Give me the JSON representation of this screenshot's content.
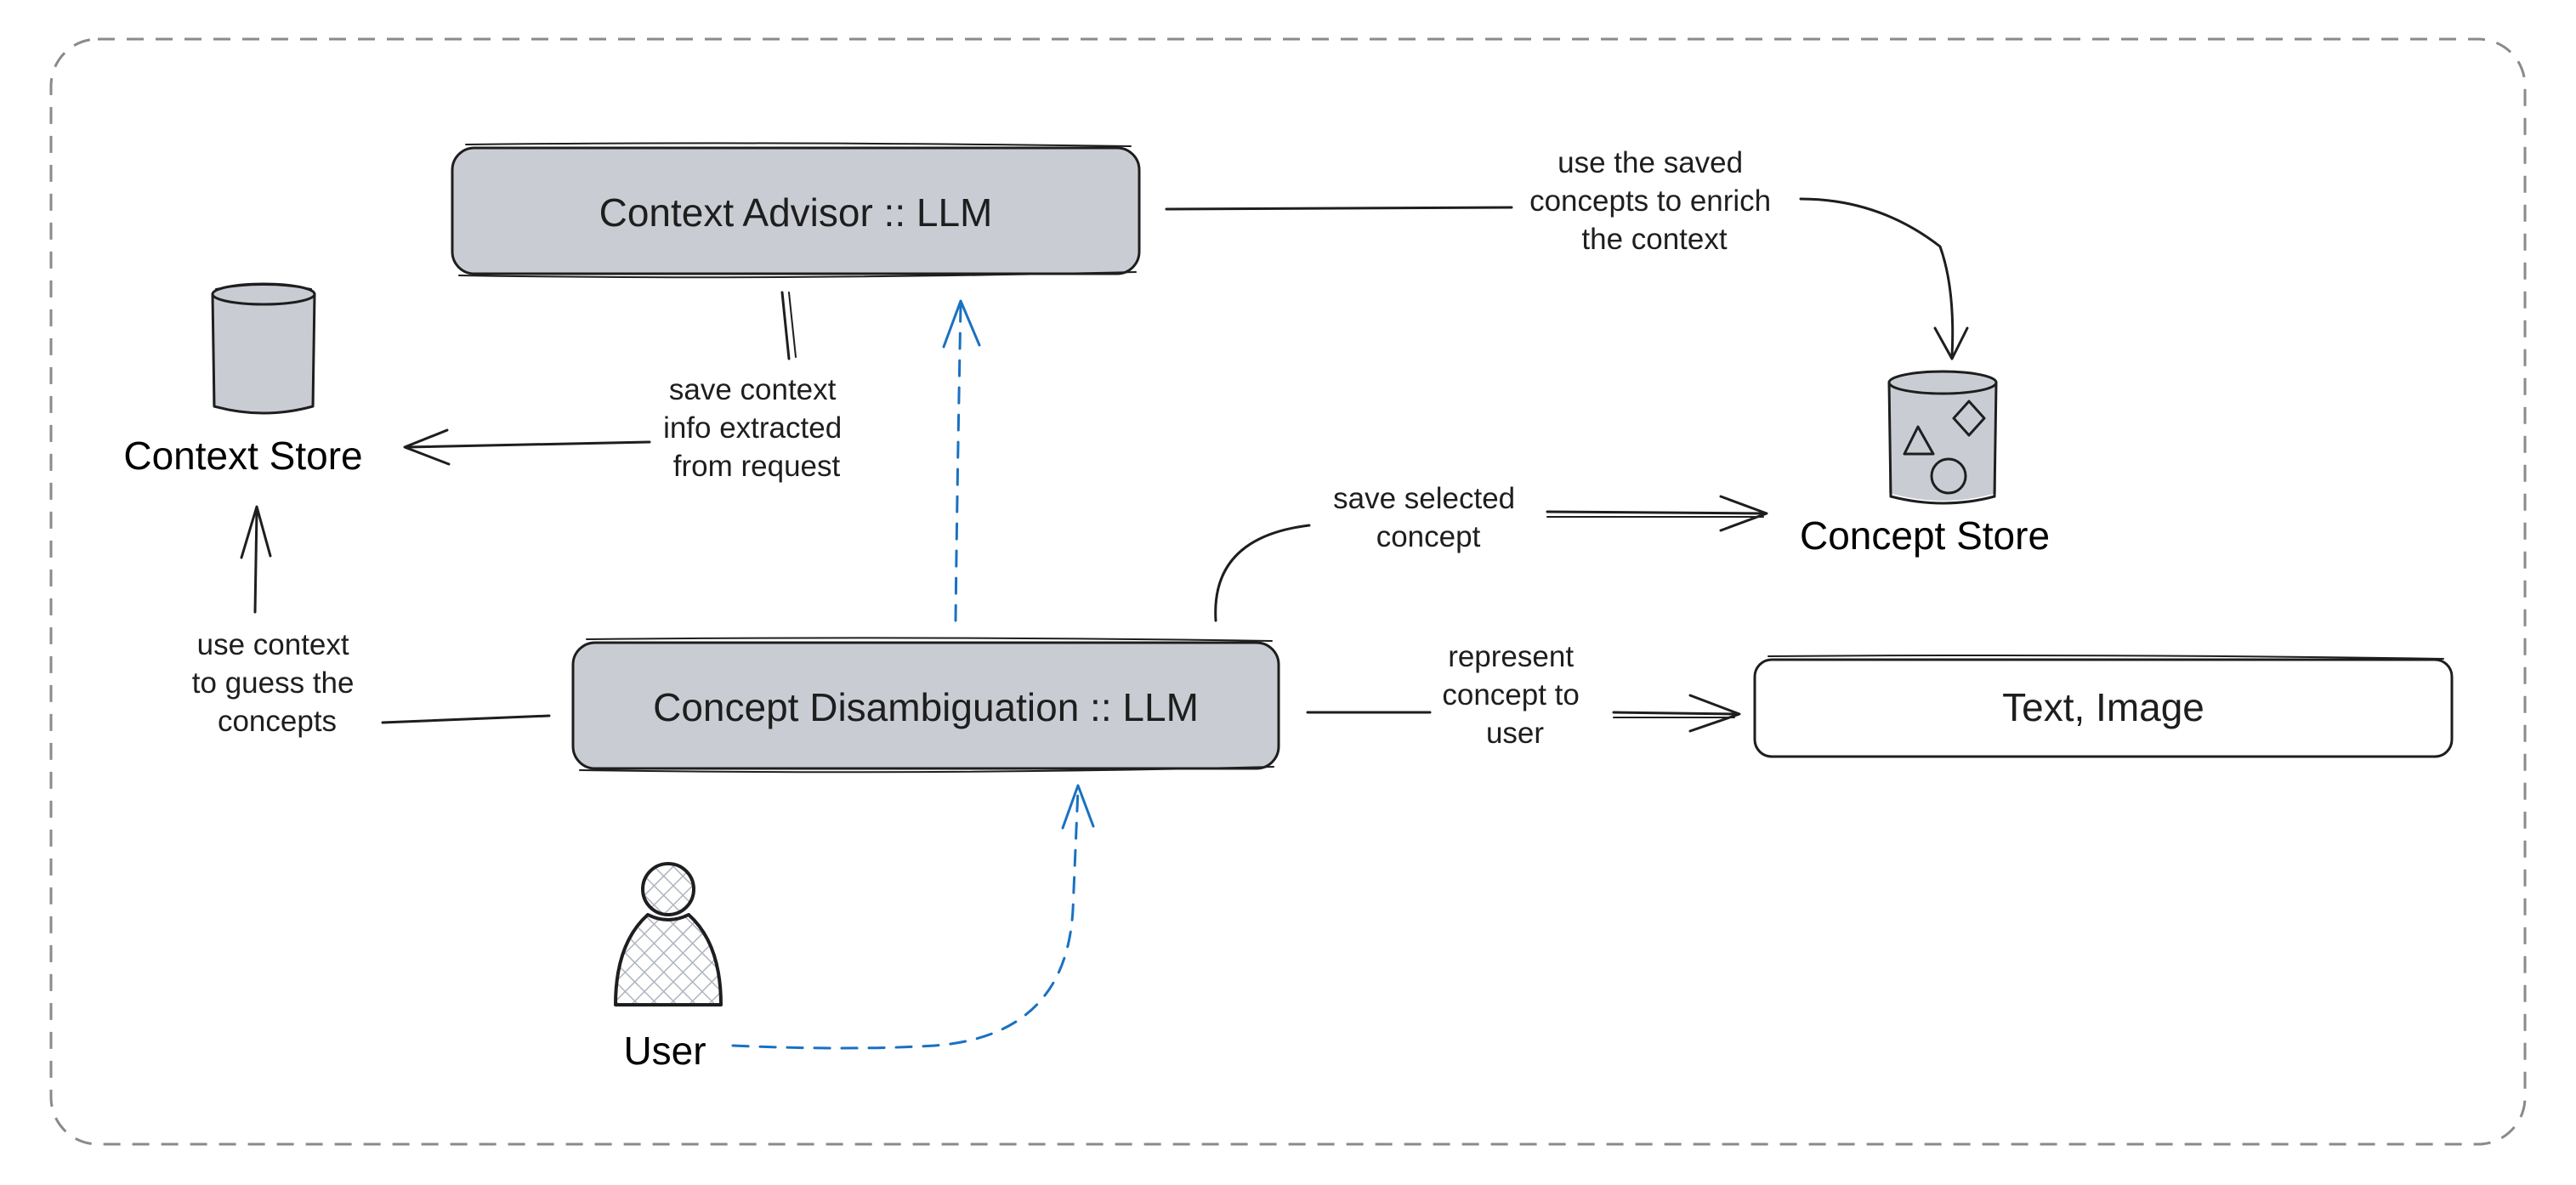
{
  "colors": {
    "box_fill": "#c9cdd3",
    "stroke": "#1e1e1e",
    "flow_blue": "#1971c2",
    "frame_dash": "#8a8a8a",
    "user_hatch": "#aeb5c0"
  },
  "nodes": {
    "context_advisor": {
      "label": "Context Advisor :: LLM"
    },
    "concept_disambiguation": {
      "label": "Concept Disambiguation :: LLM"
    },
    "text_image": {
      "label": "Text, Image"
    },
    "context_store": {
      "label": "Context Store",
      "icon": "database-cylinder-icon"
    },
    "concept_store": {
      "label": "Concept Store",
      "icon": "database-shapes-icon"
    },
    "user": {
      "label": "User",
      "icon": "user-person-icon"
    }
  },
  "edges": {
    "enrich": {
      "lines": [
        "use the saved",
        "concepts to enrich",
        "the context"
      ]
    },
    "save_context": {
      "lines": [
        "save context",
        "info extracted",
        "from request"
      ]
    },
    "save_concept": {
      "lines": [
        "save selected",
        "concept"
      ]
    },
    "guess": {
      "lines": [
        "use context",
        "to guess the",
        "concepts"
      ]
    },
    "represent": {
      "lines": [
        "represent",
        "concept to",
        "user"
      ]
    }
  }
}
